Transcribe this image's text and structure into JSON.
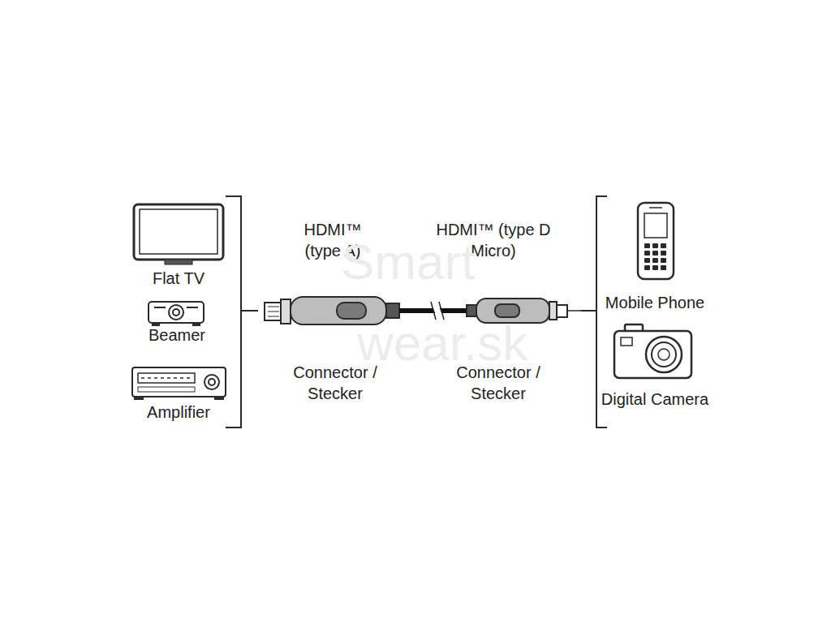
{
  "diagram": {
    "labels": [
      "Flat TV",
      "Beamer",
      "Amplifier",
      "HDMI™ (type A)",
      "HDMI™ (type D Micro)",
      "Connector / Stecker",
      "Connector / Stecker",
      "Mobile Phone",
      "Digital Camera",
      "Smart",
      "wear.sk"
    ]
  }
}
